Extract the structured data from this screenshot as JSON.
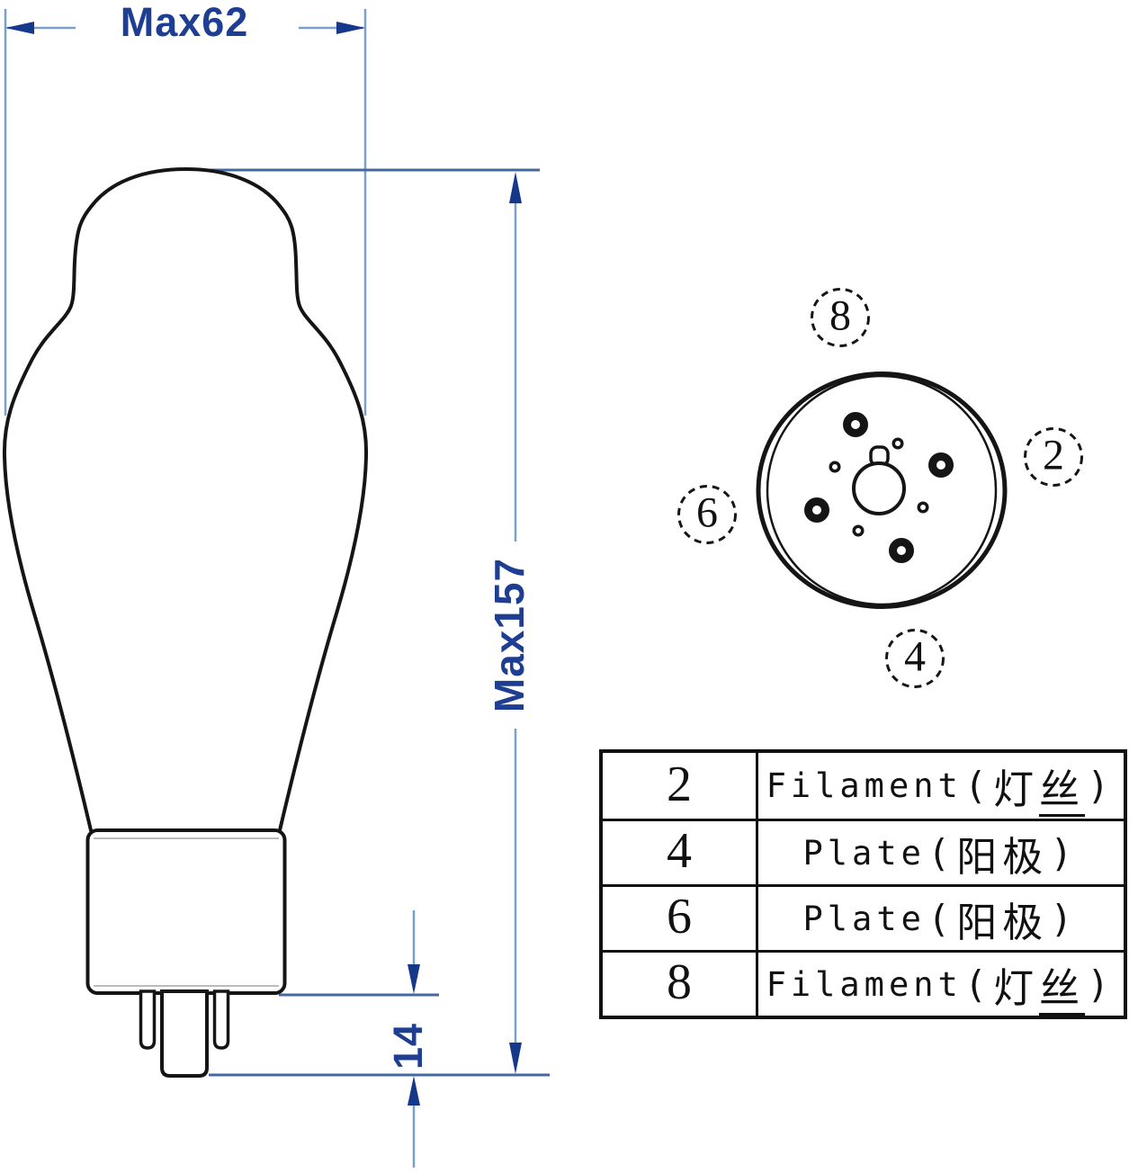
{
  "figure": {
    "type": "vacuum-tube outline drawing with pin-out diagram and pin function table",
    "background": "#ffffff",
    "colors": {
      "outline_black": "#151515",
      "dim_thin_line": "#7ba0c9",
      "dim_ref_line": "#44699f",
      "arrow_navy": "#16388a",
      "dim_text_navy": "#1d3e92"
    }
  },
  "dimensions": {
    "max_width_label": "Max62",
    "max_height_label": "Max157",
    "pin_length_label": "14"
  },
  "socket": {
    "labels": [
      "8",
      "2",
      "6",
      "4"
    ]
  },
  "pin_table": {
    "paren_open": "(",
    "paren_close": ")",
    "rows": [
      {
        "pin": "2",
        "function_en": "Filament",
        "function_cn": "灯丝",
        "underline_last": true
      },
      {
        "pin": "4",
        "function_en": "Plate",
        "function_cn": "阳极",
        "underline_last": false
      },
      {
        "pin": "6",
        "function_en": "Plate",
        "function_cn": "阳极",
        "underline_last": false
      },
      {
        "pin": "8",
        "function_en": "Filament",
        "function_cn": "灯丝",
        "underline_last": true
      }
    ]
  }
}
